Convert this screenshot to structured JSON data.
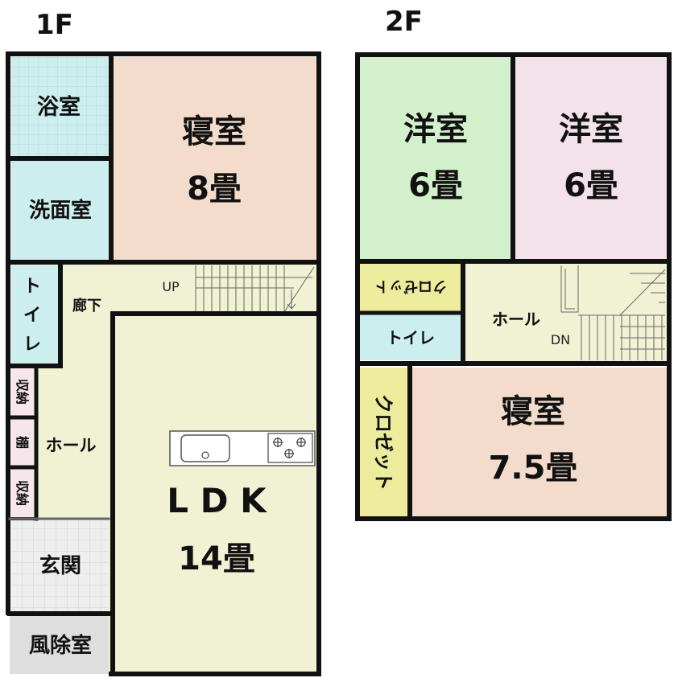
{
  "floors": [
    {
      "label": "1F",
      "rooms": {
        "bath": "浴室",
        "bedroom": "寝室",
        "bedroom_size": "8畳",
        "washroom": "洗面室",
        "toilet": [
          "ト",
          "イ",
          "レ"
        ],
        "hallway": "廊下",
        "stairs_up": "UP",
        "storage": "収納",
        "shelf": "棚",
        "hall": "ホール",
        "ldk": "L D K",
        "ldk_size": "14畳",
        "entrance": "玄関",
        "windbreak": "風除室"
      }
    },
    {
      "label": "2F",
      "rooms": {
        "western_room_1": "洋室",
        "western_room_1_size": "6畳",
        "western_room_2": "洋室",
        "western_room_2_size": "6畳",
        "closet_small": "クロゼット",
        "toilet": "トイレ",
        "hall": "ホール",
        "stairs_down": "DN",
        "closet_tall": "クロゼット",
        "bedroom": "寝室",
        "bedroom_size": "7.5畳"
      }
    }
  ],
  "colors": {
    "wall": "#111111",
    "bath": "#cdeeee",
    "washroom": "#cdeeee",
    "toilet": "#cdeeee",
    "bedroom": "#f3dccb",
    "hall": "#f1f1d4",
    "ldk": "#f1f1d4",
    "storage": "#f6e6ec",
    "entrance": "#eeeeee",
    "western_green": "#d2f0cc",
    "western_pink": "#f3e2ea",
    "closet": "#ecec9c"
  }
}
